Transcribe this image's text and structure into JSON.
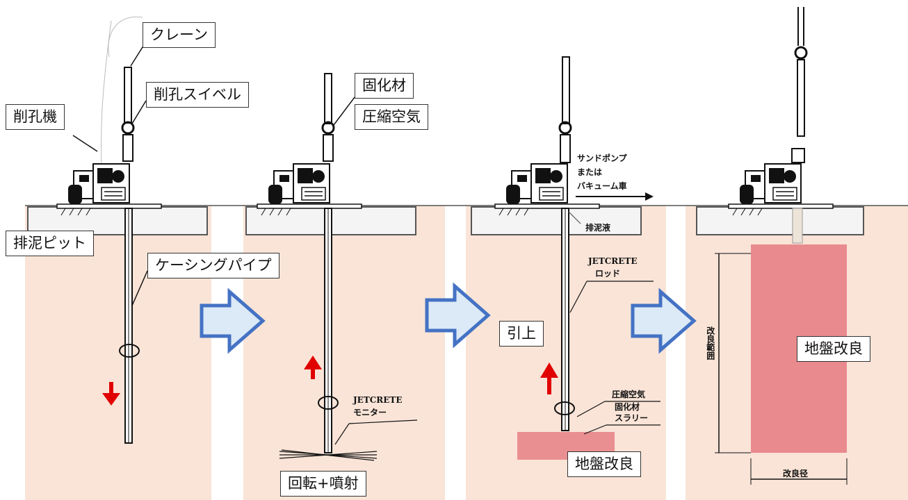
{
  "labels": {
    "crane": "クレーン",
    "drill_swivel": "削孔スイベル",
    "drill_machine": "削孔機",
    "mud_pit": "排泥ピット",
    "casing_pipe": "ケーシングパイプ",
    "solidifier": "固化材",
    "compressed_air": "圧縮空気",
    "rotation_jet": "回転+噴射",
    "jetcrete_monitor_1": "JETCRETE",
    "jetcrete_monitor_2": "モニター",
    "sand_pump_1": "サンドポンプ",
    "sand_pump_2": "または",
    "sand_pump_3": "バキューム車",
    "waste_mud": "排泥液",
    "jetcrete_rod_1": "JETCRETE",
    "jetcrete_rod_2": "ロッド",
    "pull_up": "引上",
    "air_small": "圧縮空気",
    "slurry_1": "固化材",
    "slurry_2": "スラリー",
    "ground_improvement_3": "地盤改良",
    "ground_improvement_4": "地盤改良",
    "improvement_range": "改良範囲",
    "improvement_diameter": "改良径"
  },
  "colors": {
    "soil": "#f9e4d7",
    "improved_zone": "#e8858a",
    "arrow_fill": "#dce9f6",
    "arrow_stroke": "#4472c4",
    "red_arrow": "#e00000"
  }
}
